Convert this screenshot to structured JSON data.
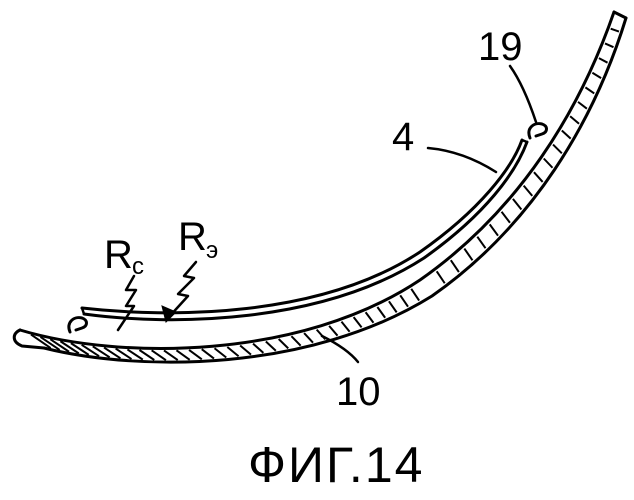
{
  "figure": {
    "caption": "ФИГ.14",
    "labels": {
      "part_19": "19",
      "part_4": "4",
      "part_10": "10",
      "radius_c_main": "R",
      "radius_c_sub": "c",
      "radius_e_main": "R",
      "radius_e_sub": "э"
    }
  }
}
